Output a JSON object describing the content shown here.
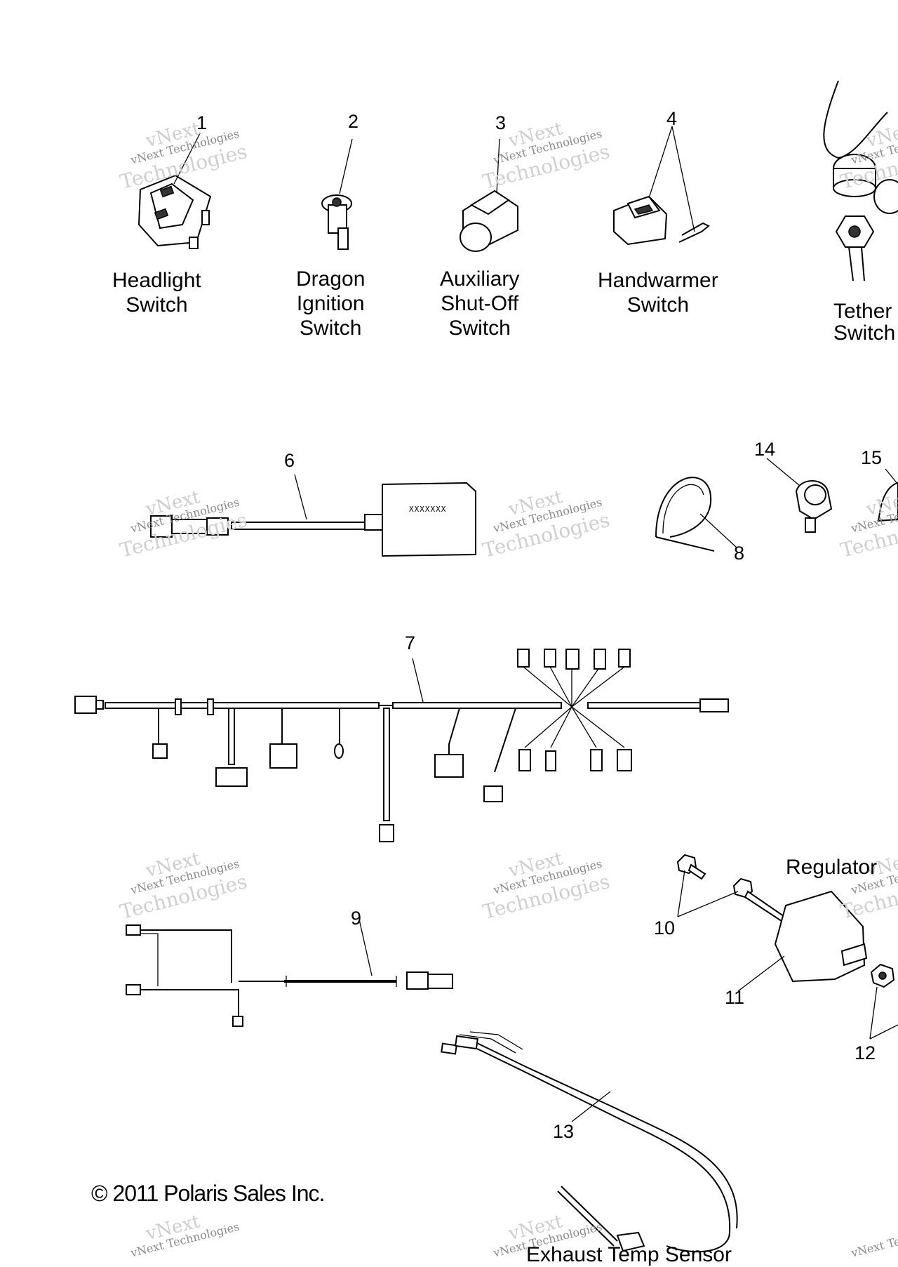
{
  "parts": {
    "headlight_switch": {
      "callout": "1",
      "label_line1": "Headlight",
      "label_line2": "Switch"
    },
    "dragon_ignition_switch": {
      "callout": "2",
      "label_line1": "Dragon",
      "label_line2": "Ignition",
      "label_line3": "Switch"
    },
    "auxiliary_shutoff_switch": {
      "callout": "3",
      "label_line1": "Auxiliary",
      "label_line2": "Shut-Off",
      "label_line3": "Switch"
    },
    "handwarmer_switch": {
      "callout": "4",
      "label_line1": "Handwarmer",
      "label_line2": "Switch"
    },
    "tether_switch": {
      "label_line1": "Tether",
      "label_line2": "Switch"
    },
    "module_harness": {
      "callout": "6",
      "module_text": "XXXXXXX"
    },
    "main_harness": {
      "callout": "7"
    },
    "cable_tie": {
      "callout": "8"
    },
    "sub_harness": {
      "callout": "9"
    },
    "bolts": {
      "callout": "10"
    },
    "regulator": {
      "callout": "11",
      "label": "Regulator"
    },
    "nuts": {
      "callout": "12"
    },
    "exhaust_temp_sensor": {
      "callout": "13",
      "label": "Exhaust Temp Sensor"
    },
    "clip_14": {
      "callout": "14"
    },
    "clip_15": {
      "callout": "15"
    }
  },
  "watermark": {
    "line1": "vNext",
    "line2": "vNext Technologies",
    "line3": "Technologies"
  },
  "copyright": "© 2011 Polaris Sales Inc."
}
